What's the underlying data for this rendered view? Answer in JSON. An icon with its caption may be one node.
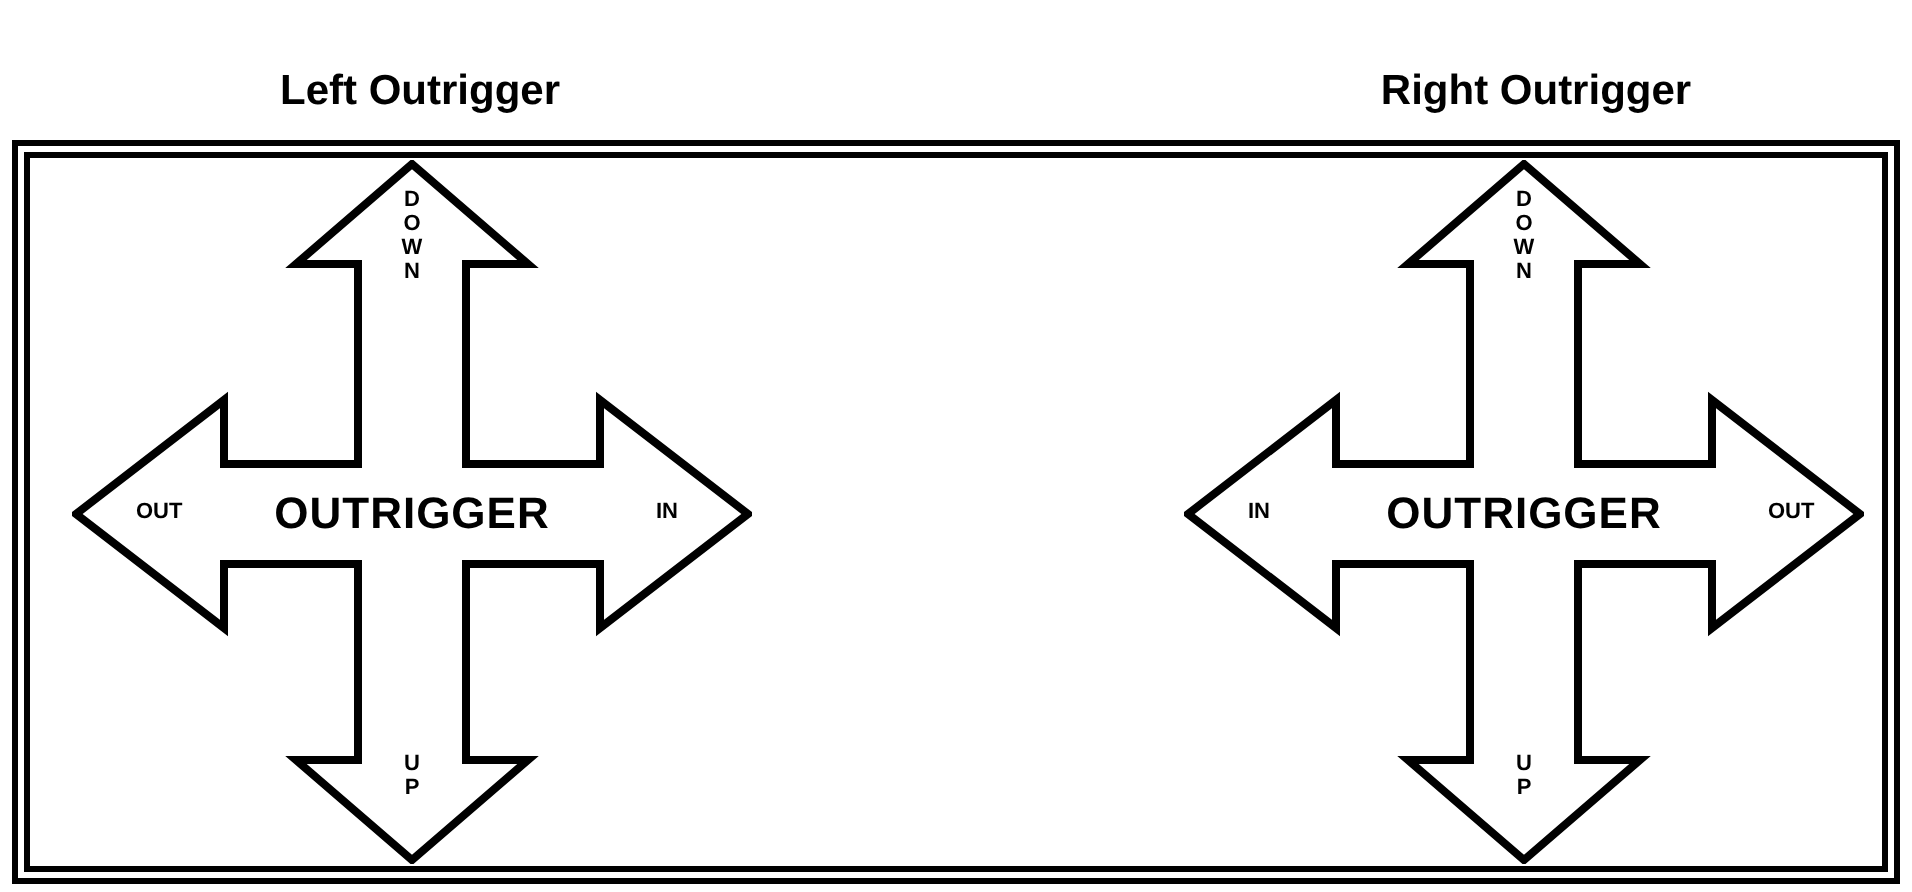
{
  "diagram": {
    "nodes": [
      {
        "text": [],
        "shape": "box"
      },
      {
        "text": [
          "DOWN",
          "OUT",
          "OUTRIGGER",
          "IN",
          "UP"
        ],
        "in": 0,
        "beside": [
          "Left Outrigger"
        ]
      },
      {
        "text": [
          "DOWN",
          "IN",
          "OUTRIGGER",
          "OUT",
          "UP"
        ],
        "in": 0,
        "beside": [
          "Right Outrigger"
        ]
      }
    ]
  }
}
